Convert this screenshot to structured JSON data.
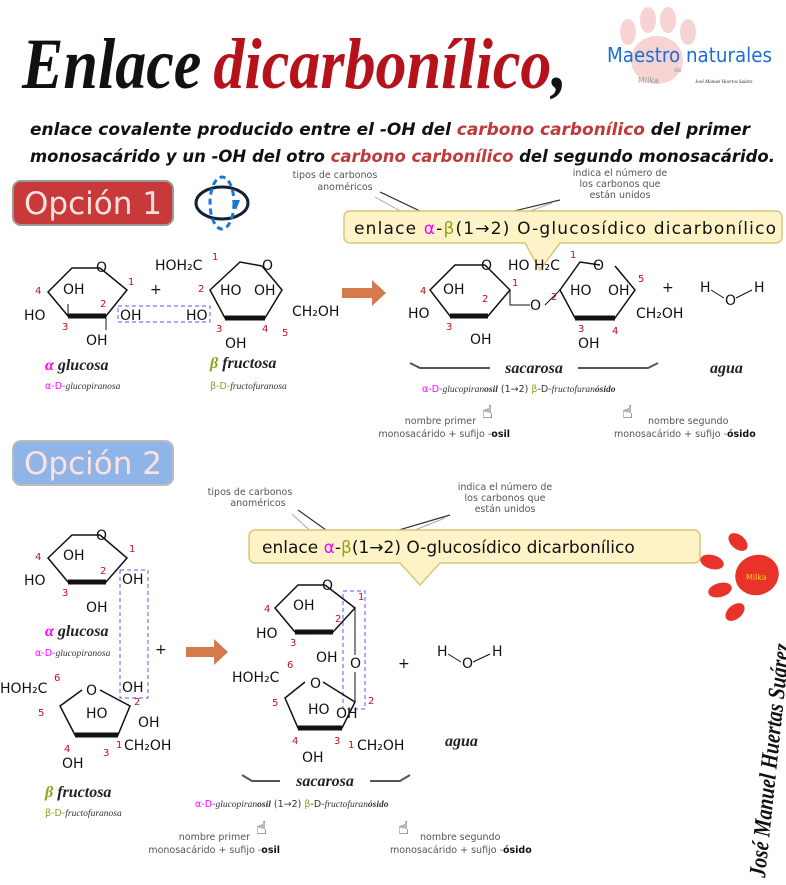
{
  "title": {
    "part1": "Enlace",
    "part2": "dicarbonílico",
    "part3": ","
  },
  "logo": {
    "brand": "Maestro naturales",
    "de": "de",
    "author_small": "José Manuel Huertas Suárez",
    "paw": "Milka"
  },
  "definition": {
    "line1_a": "enlace covalente producido entre el -OH del ",
    "line1_b": "carbono carbonílico",
    "line1_c": " del primer",
    "line2_a": "monosacárido y un -OH del otro ",
    "line2_b": "carbono carbonílico",
    "line2_c": " del segundo monosacárido."
  },
  "colors": {
    "red": "#b5121b",
    "alpha": "#ff00ff",
    "beta": "#8aa51a",
    "callout_fill": "#fdf3c6",
    "option1": "#c8393a",
    "option2": "#8fb5e8"
  },
  "option1": {
    "label": "Opción 1",
    "icon": "rotate-icon",
    "note_left": [
      "tipos de carbonos",
      "anoméricos"
    ],
    "note_right": [
      "indica el número de",
      "los carbonos que",
      "están unidos"
    ],
    "callout": {
      "a": "enlace ",
      "alpha": "α",
      "dash": "-",
      "beta": "β",
      "b": "(1→2) O-glucosídico dicarbonílico"
    }
  },
  "option2": {
    "label": "Opción 2",
    "note_left": [
      "tipos de carbonos",
      "anoméricos"
    ],
    "note_right": [
      "indica el número de",
      "los carbonos que",
      "están unidos"
    ],
    "callout": {
      "a": "enlace ",
      "alpha": "α",
      "dash": "-",
      "beta": "β",
      "b": "(1→2) O-glucosídico dicarbonílico"
    }
  },
  "molecules": {
    "alpha": "α",
    "glucosa": "glucosa",
    "beta": "β",
    "fructosa": "fructosa",
    "glucopiranosa_prefix": "α-D-",
    "glucopiranosa": "glucopiranosa",
    "fructofuranosa_prefix": "β-D-",
    "fructofuranosa": "fructofuranosa",
    "sacarosa": "sacarosa",
    "agua": "agua",
    "plus": "+",
    "atoms": {
      "O": "O",
      "OH": "OH",
      "HO": "HO",
      "H": "H",
      "CH2OH": "CH₂OH",
      "HOH2C": "HOH₂C",
      "H2C": "H₂C",
      "HO_H2C": "HO H₂C"
    }
  },
  "nomenclature": {
    "alpha_prefix": "α-D-",
    "gluco": "glucopiran",
    "osil": "osil",
    "link": " (1→2) ",
    "beta_prefix": "β",
    "d": "-D-",
    "fructo": "fructofuran",
    "osido": "ósido"
  },
  "hints": {
    "first": [
      "nombre primer",
      "monosacárido + sufijo -",
      "osil"
    ],
    "second": [
      "nombre segundo",
      "monosacárido + sufijo -",
      "ósido"
    ]
  },
  "signature": "José Manuel Huertas Suárez"
}
